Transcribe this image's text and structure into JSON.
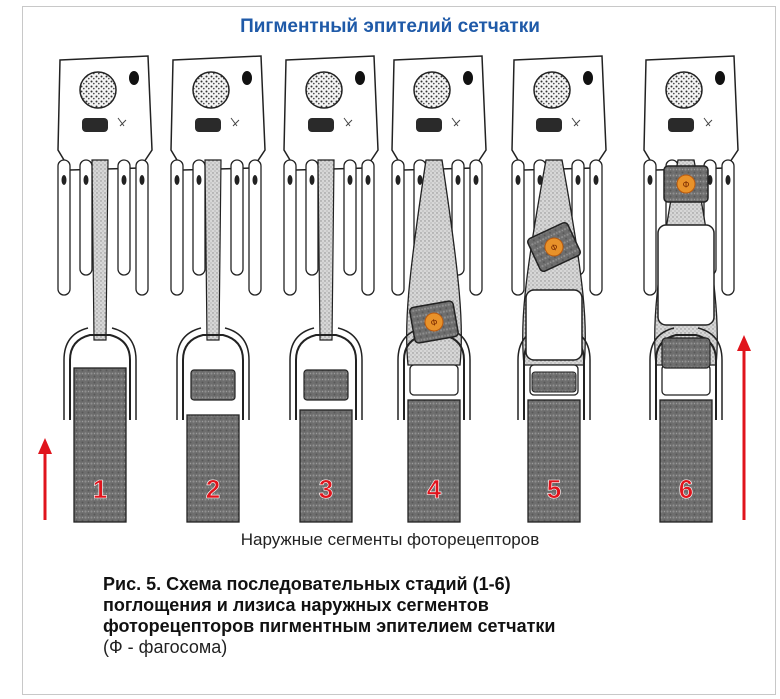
{
  "title": "Пигментный эпителий сетчатки",
  "stages": [
    "1",
    "2",
    "3",
    "4",
    "5",
    "6"
  ],
  "phagosome_label": "Ф",
  "bottom_label": "Наружные сегменты фоторецепторов",
  "figure_caption": {
    "line1": "Рис. 5. Схема последовательных стадий (1-6)",
    "line2": "поглощения и лизиса наружных сегментов",
    "line3": "фоторецепторов пигментным эпителием сетчатки",
    "note": "(Ф - фагосома)"
  },
  "colors": {
    "title": "#1f5aa8",
    "arrow": "#e0141c",
    "stage_number": "#e0141c",
    "phagosome": "#e8922a"
  }
}
